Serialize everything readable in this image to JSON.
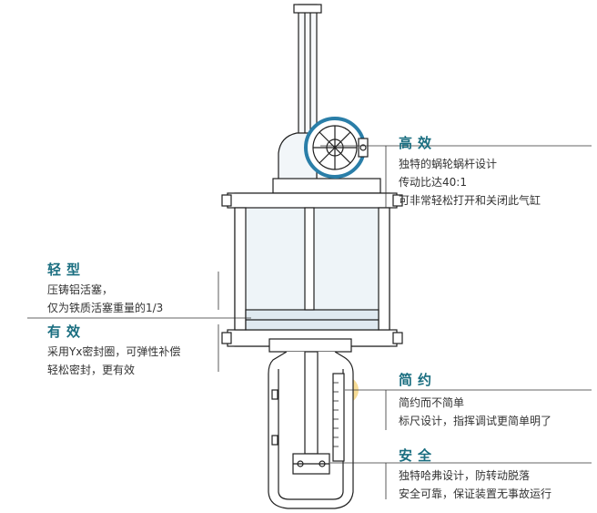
{
  "colors": {
    "title": "#1a6e80",
    "line": "#1f1f1f",
    "callout": "#f5d37a",
    "wheel": "#2a7ea8",
    "body_fill": "#eef4f8"
  },
  "callouts": [
    {
      "id": "high-efficiency",
      "title": "高效",
      "lines": [
        "独特的蜗轮蜗杆设计",
        "传动比达40:1",
        "可非常轻松打开和关闭此气缸"
      ]
    },
    {
      "id": "lightweight",
      "title": "轻型",
      "lines": [
        "压铸铝活塞，",
        "仅为铁质活塞重量的1/3"
      ]
    },
    {
      "id": "effective",
      "title": "有效",
      "lines": [
        "采用Yx密封圈，可弹性补偿",
        "轻松密封，更有效"
      ]
    },
    {
      "id": "simple",
      "title": "简约",
      "lines": [
        "简约而不简单",
        "标尺设计，指挥调试更简单明了"
      ]
    },
    {
      "id": "safe",
      "title": "安全",
      "lines": [
        "独特哈弗设计，防转动脱落",
        "安全可靠，保证装置无事故运行"
      ]
    }
  ]
}
